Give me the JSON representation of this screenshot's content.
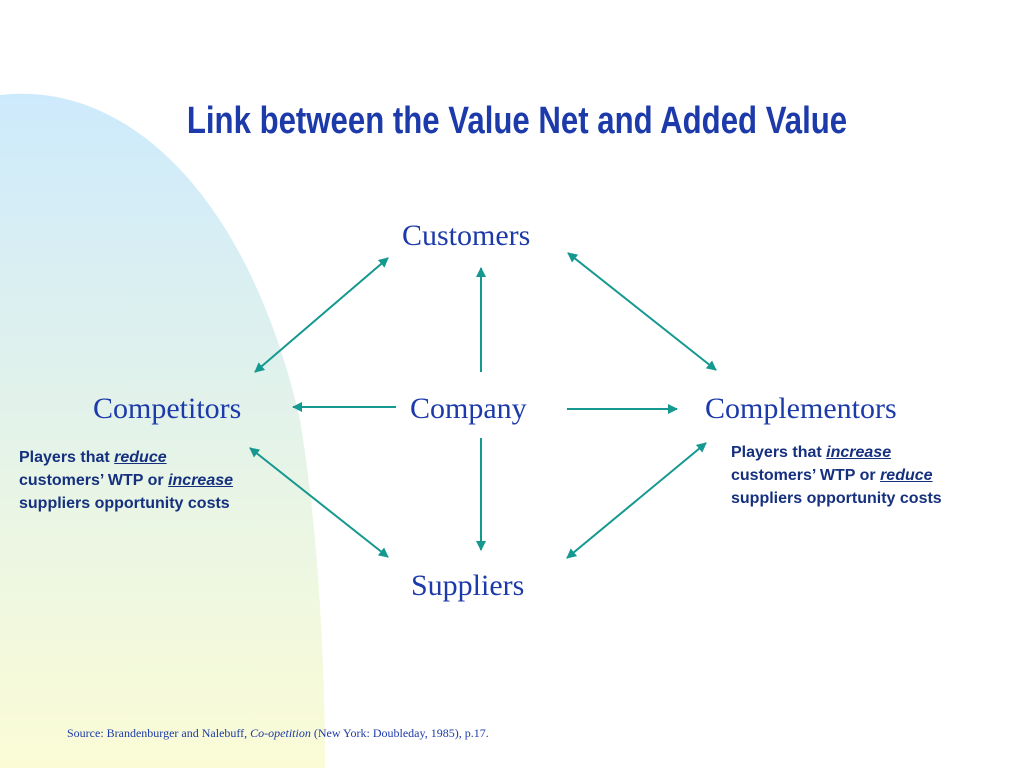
{
  "slide": {
    "title": "Link between the Value Net and Added Value",
    "colors": {
      "title": "#1c3aa9",
      "node_text": "#1c3aa9",
      "description_text": "#15307e",
      "arrow": "#14988f",
      "background_gradient_top": "#cdeafc",
      "background_gradient_bottom": "#fbfcd6"
    }
  },
  "nodes": {
    "customers": "Customers",
    "competitors": "Competitors",
    "company": "Company",
    "complementors": "Complementors",
    "suppliers": "Suppliers"
  },
  "competitors_desc": {
    "part1": "Players that ",
    "emph1": "reduce",
    "part2": "customers’ WTP or ",
    "emph2": "increase",
    "part3": "suppliers opportunity costs"
  },
  "complementors_desc": {
    "part1": "Players that ",
    "emph1": "increase",
    "part2": "customers’ WTP or ",
    "emph2": "reduce",
    "part3": "suppliers opportunity costs"
  },
  "source": {
    "prefix": "Source:  Brandenburger and Nalebuff, ",
    "work": "Co-opetition",
    "suffix": " (New York:  Doubleday, 1985), p.17."
  }
}
